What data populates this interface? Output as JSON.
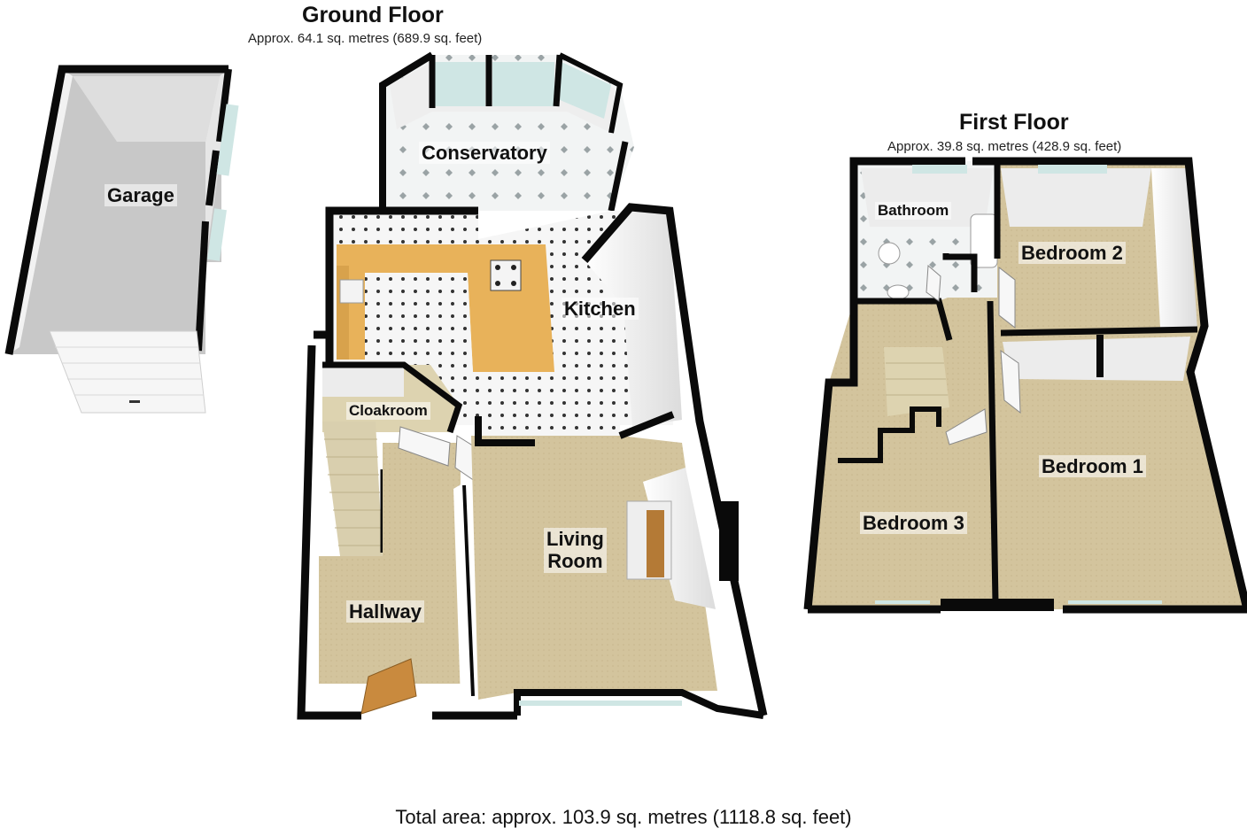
{
  "ground_floor": {
    "title": "Ground Floor",
    "area": "Approx. 64.1 sq. metres (689.9 sq. feet)",
    "rooms": {
      "garage": "Garage",
      "conservatory": "Conservatory",
      "kitchen": "Kitchen",
      "cloakroom": "Cloakroom",
      "living_room_line1": "Living",
      "living_room_line2": "Room",
      "hallway": "Hallway"
    }
  },
  "first_floor": {
    "title": "First Floor",
    "area": "Approx. 39.8 sq. metres (428.9 sq. feet)",
    "rooms": {
      "bathroom": "Bathroom",
      "bedroom_2": "Bedroom 2",
      "bedroom_1": "Bedroom 1",
      "bedroom_3": "Bedroom 3"
    }
  },
  "total_area": "Total area: approx. 103.9 sq. metres (1118.8 sq. feet)",
  "colors": {
    "wall": "#0a0a0a",
    "carpet": "#d2c39c",
    "worktop": "#e9b45c",
    "tile": "#eef1f1",
    "window": "#cfe6e4",
    "garage_floor": "#c9c9c9"
  }
}
